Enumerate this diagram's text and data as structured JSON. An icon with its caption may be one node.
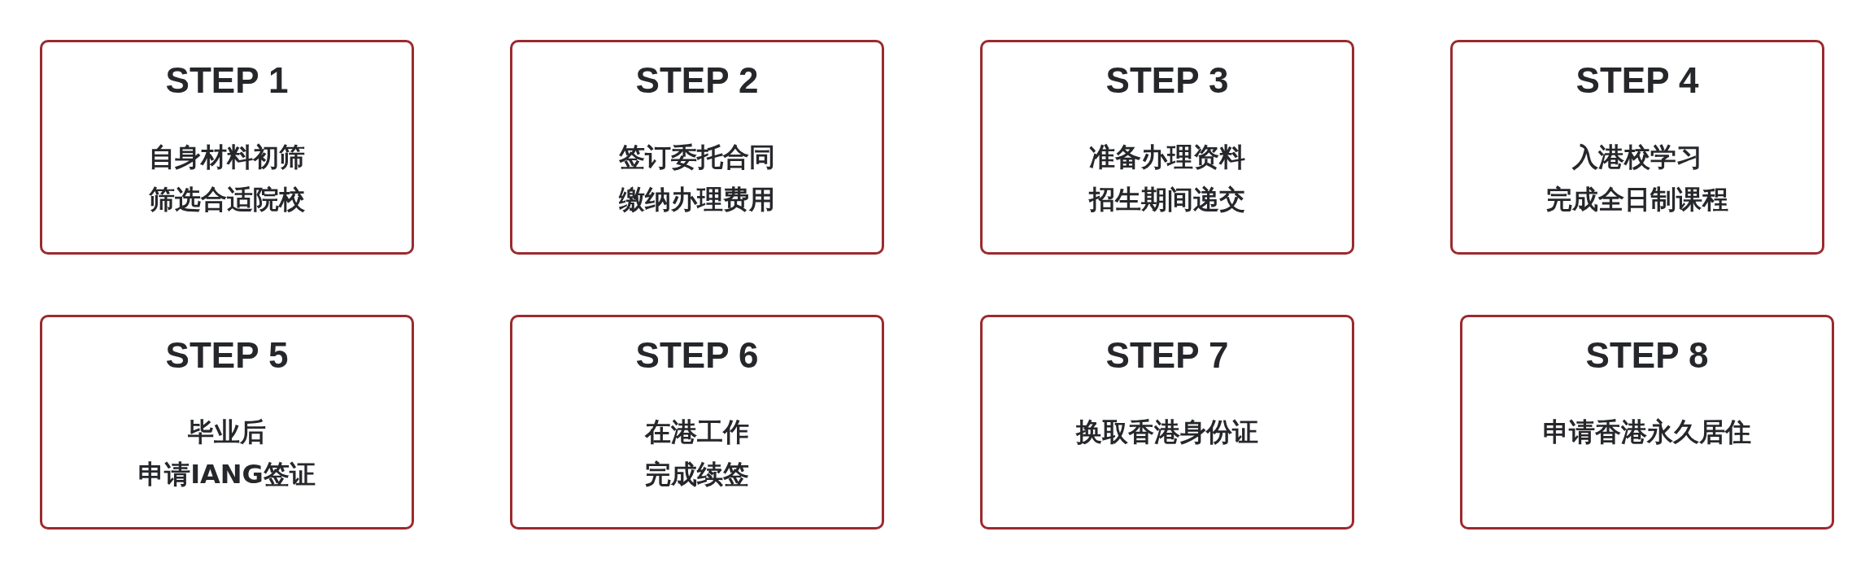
{
  "diagram": {
    "nodes": [
      {
        "text": [
          "STEP 1",
          "自身材料初筛",
          "筛选合适院校"
        ]
      },
      {
        "text": [
          "STEP 2",
          "签订委托合同",
          "缴纳办理费用"
        ]
      },
      {
        "text": [
          "STEP 3",
          "准备办理资料",
          "招生期间递交"
        ]
      },
      {
        "text": [
          "STEP 4",
          "入港校学习",
          "完成全日制课程"
        ]
      },
      {
        "text": [
          "STEP 5",
          "毕业后",
          "申请IANG签证"
        ]
      },
      {
        "text": [
          "STEP 6",
          "在港工作",
          "完成续签"
        ]
      },
      {
        "text": [
          "STEP 7",
          "换取香港身份证"
        ]
      },
      {
        "text": [
          "STEP 8",
          "申请香港永久居住"
        ]
      }
    ]
  }
}
